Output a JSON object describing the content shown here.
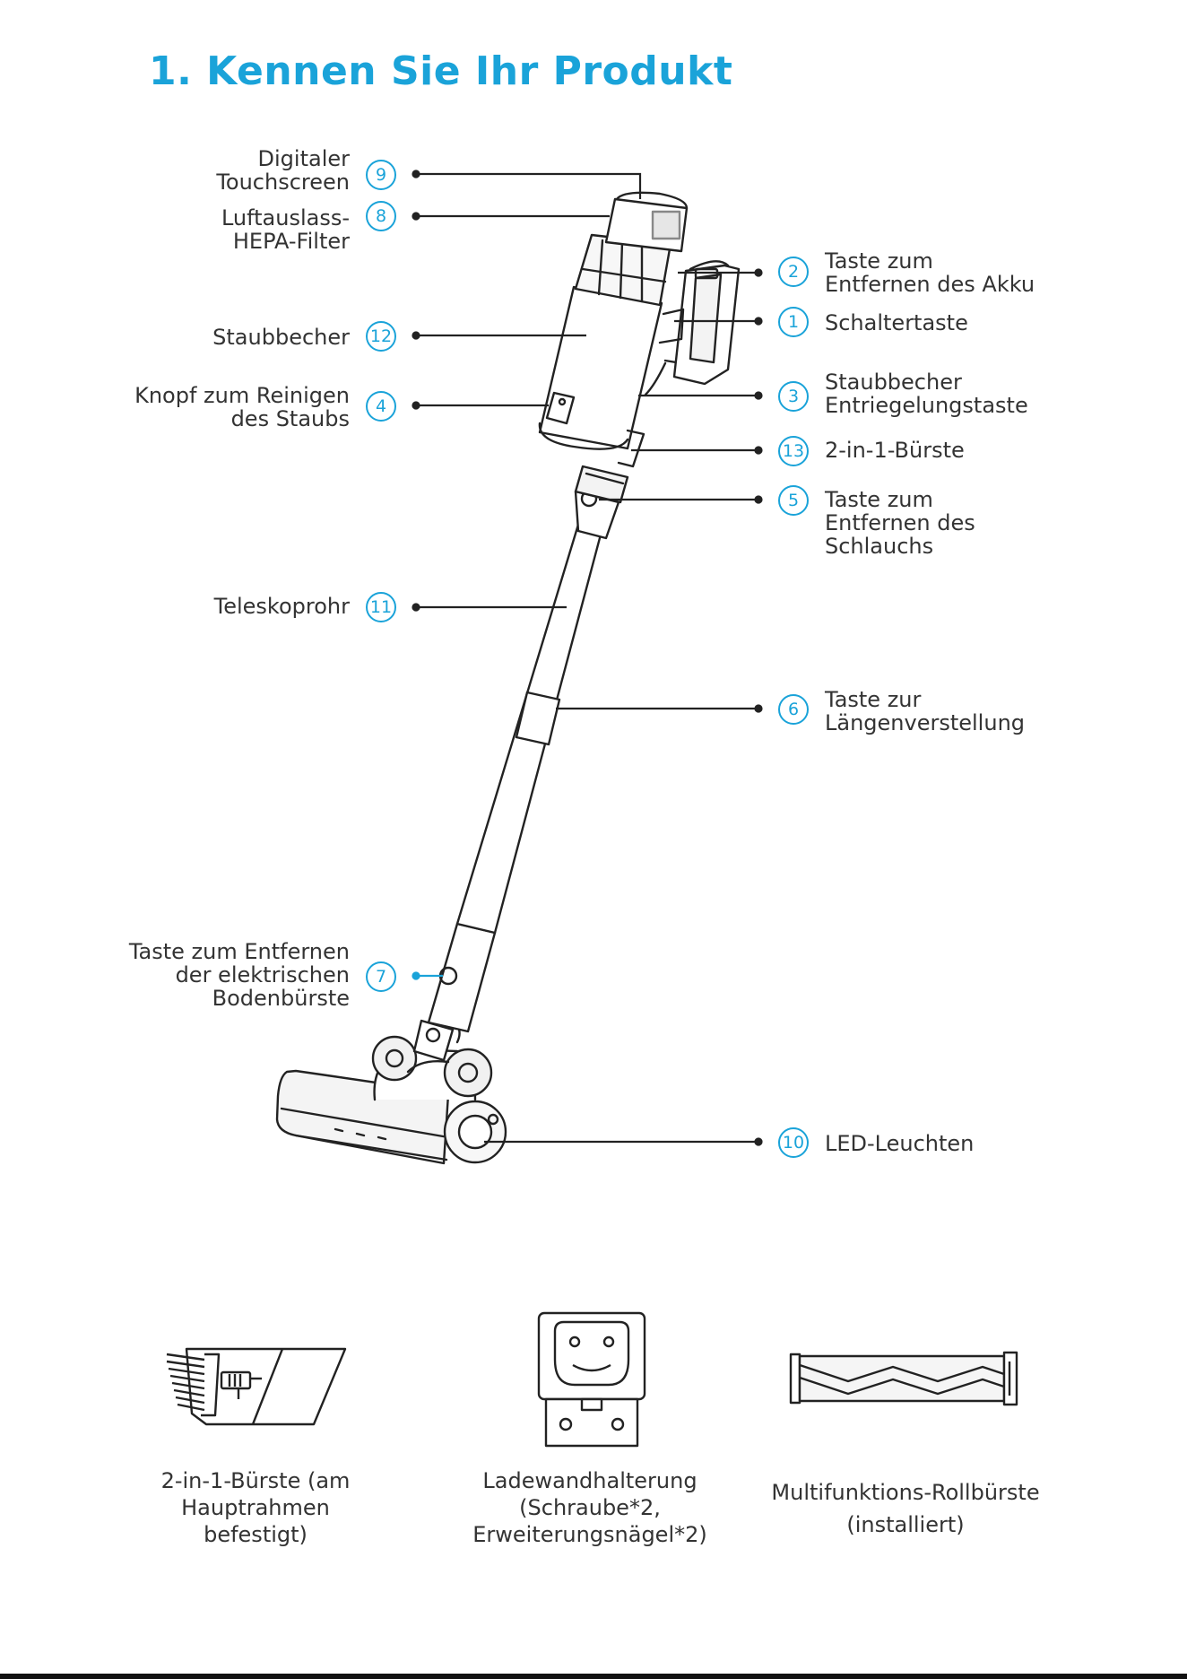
{
  "title": "1. Kennen Sie Ihr Produkt",
  "colors": {
    "accent": "#1aa3d9",
    "line": "#222222",
    "text": "#333333"
  },
  "callouts": {
    "left": [
      {
        "number": "9",
        "lines": [
          "Digitaler",
          "Touchscreen"
        ]
      },
      {
        "number": "8",
        "lines": [
          "Luftauslass-",
          "HEPA-Filter"
        ]
      },
      {
        "number": "12",
        "lines": [
          "Staubbecher"
        ]
      },
      {
        "number": "4",
        "lines": [
          "Knopf zum Reinigen",
          "des Staubs"
        ]
      },
      {
        "number": "11",
        "lines": [
          "Teleskoprohr"
        ]
      },
      {
        "number": "7",
        "lines": [
          "Taste zum Entfernen",
          "der elektrischen",
          "Bodenbürste"
        ]
      }
    ],
    "right": [
      {
        "number": "2",
        "lines": [
          "Taste zum",
          "Entfernen des Akku"
        ]
      },
      {
        "number": "1",
        "lines": [
          "Schaltertaste"
        ]
      },
      {
        "number": "3",
        "lines": [
          "Staubbecher",
          "Entriegelungstaste"
        ]
      },
      {
        "number": "13",
        "lines": [
          "2-in-1-Bürste"
        ]
      },
      {
        "number": "5",
        "lines": [
          "Taste zum",
          "Entfernen des",
          "Schlauchs"
        ]
      },
      {
        "number": "6",
        "lines": [
          "Taste zur",
          "Längenverstellung"
        ]
      },
      {
        "number": "10",
        "lines": [
          "LED-Leuchten"
        ]
      }
    ]
  },
  "accessories": [
    {
      "icon": "brush-2in1-icon",
      "lines": [
        "2-in-1-Bürste (am",
        "Hauptrahmen",
        "befestigt)"
      ]
    },
    {
      "icon": "wall-mount-icon",
      "lines": [
        "Ladewandhalterung",
        "(Schraube*2,",
        "Erweiterungsnägel*2)"
      ]
    },
    {
      "icon": "roller-brush-icon",
      "lines": [
        "Multifunktions-Rollbürste",
        "(installiert)"
      ]
    }
  ]
}
